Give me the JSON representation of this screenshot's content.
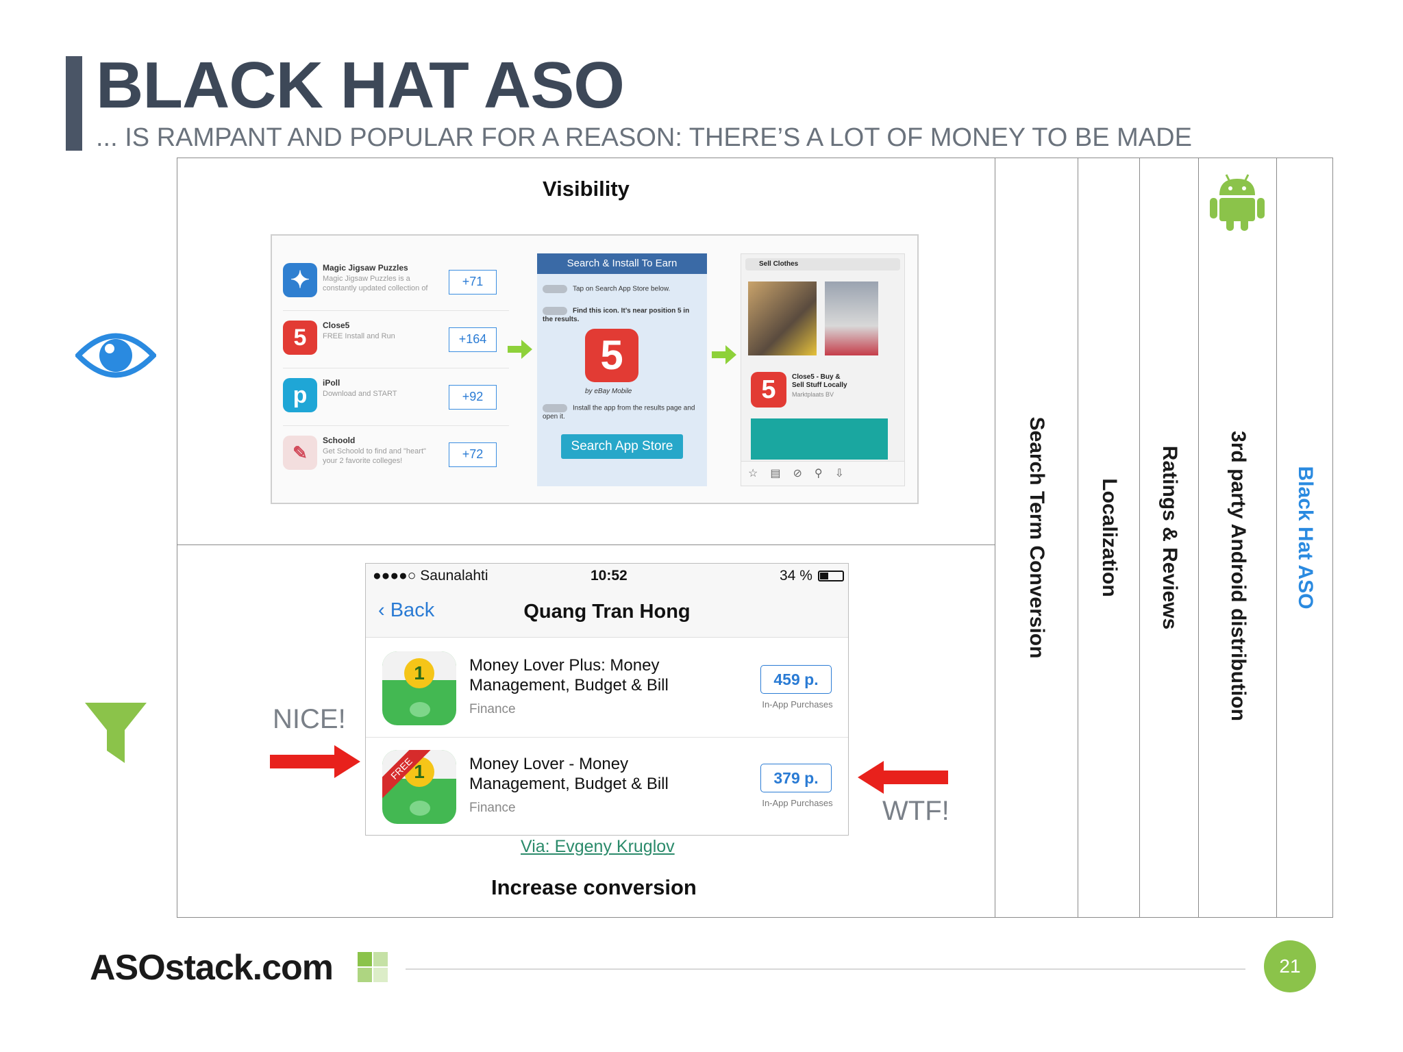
{
  "slide": {
    "title": "BLACK HAT ASO",
    "subtitle": "... IS RAMPANT AND POPULAR FOR A REASON: THERE’S A LOT OF MONEY TO BE MADE",
    "page_number": "21"
  },
  "sections": {
    "visibility_label": "Visibility",
    "conversion_label": "Increase conversion"
  },
  "columns": [
    {
      "label": "Search Term Conversion",
      "color": "#1a1a1a"
    },
    {
      "label": "Localization",
      "color": "#1a1a1a"
    },
    {
      "label": "Ratings & Reviews",
      "color": "#1a1a1a"
    },
    {
      "label": "3rd party Android distribution",
      "color": "#1a1a1a"
    },
    {
      "label": "Black Hat ASO",
      "color": "#2a8ae0"
    }
  ],
  "visibility_screenshot": {
    "offers": [
      {
        "name": "Magic Jigsaw Puzzles",
        "desc": "Magic Jigsaw Puzzles is a constantly updated collection of",
        "reward": "+71"
      },
      {
        "name": "Close5",
        "desc": "FREE Install and Run",
        "reward": "+164"
      },
      {
        "name": "iPoll",
        "desc": "Download and START",
        "reward": "+92"
      },
      {
        "name": "Schoold",
        "desc": "Get Schoold to find and \"heart\" your 2 favorite colleges!",
        "reward": "+72"
      }
    ],
    "panel_title": "Search & Install To Earn",
    "step1": "Tap on Search App Store below.",
    "step2": "Find this icon. It’s near position 5 in the results.",
    "by_line": "by eBay Mobile",
    "step3": "Install the app from the results page and open it.",
    "search_button": "Search App Store",
    "phone_search": "Sell Clothes",
    "phone_app_name": "Close5 - Buy & Sell Stuff Locally",
    "phone_app_dev": "Marktplaats BV"
  },
  "conversion_screenshot": {
    "carrier": "●●●●○ Saunalahti",
    "time": "10:52",
    "battery": "34 %",
    "back_label": "Back",
    "nav_title": "Quang Tran Hong",
    "apps": [
      {
        "title": "Money Lover Plus: Money Management, Budget & Bill",
        "category": "Finance",
        "price": "459 p.",
        "iap": "In-App Purchases",
        "free_badge": ""
      },
      {
        "title": "Money Lover - Money Management, Budget & Bill",
        "category": "Finance",
        "price": "379 p.",
        "iap": "In-App Purchases",
        "free_badge": "FREE"
      }
    ]
  },
  "annotations": {
    "nice": "NICE!",
    "wtf": "WTF!",
    "via": "Via: Evgeny Kruglov"
  },
  "footer": {
    "logo": "ASOstack.com"
  },
  "colors": {
    "eye_icon": "#2a8ae0",
    "funnel_icon": "#8bc34a",
    "android_icon": "#8bc34a",
    "red_arrow": "#e8211c",
    "page_badge": "#8bc34a"
  }
}
